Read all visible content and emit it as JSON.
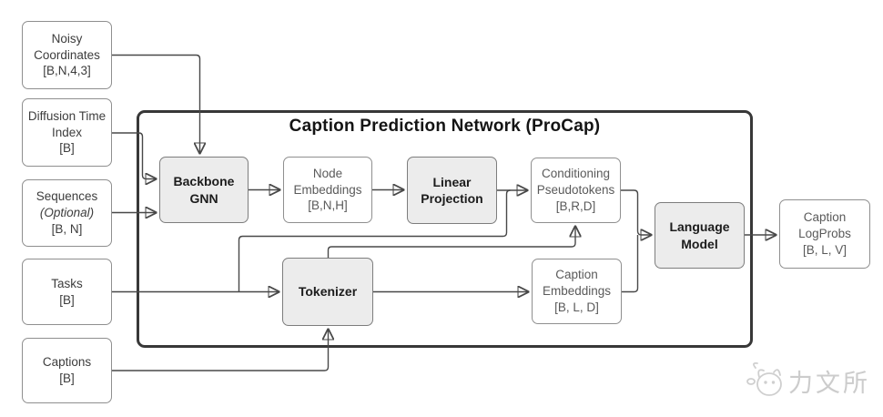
{
  "diagram": {
    "title": "Caption Prediction Network (ProCap)",
    "inputs": [
      {
        "label": "Noisy Coordinates",
        "shape": "[B,N,4,3]"
      },
      {
        "label": "Diffusion Time Index",
        "shape": "[B]"
      },
      {
        "label": "Sequences",
        "note": "(Optional)",
        "shape": "[B, N]"
      },
      {
        "label": "Tasks",
        "shape": "[B]"
      },
      {
        "label": "Captions",
        "shape": "[B]"
      }
    ],
    "modules": {
      "backbone_gnn": {
        "label": "Backbone GNN"
      },
      "node_embeddings": {
        "label": "Node Embeddings",
        "shape": "[B,N,H]"
      },
      "linear_projection": {
        "label": "Linear Projection"
      },
      "conditioning_pseudotokens": {
        "label": "Conditioning Pseudotokens",
        "shape": "[B,R,D]"
      },
      "tokenizer": {
        "label": "Tokenizer"
      },
      "caption_embeddings": {
        "label": "Caption Embeddings",
        "shape": "[B, L, D]"
      },
      "language_model": {
        "label": "Language Model"
      }
    },
    "output": {
      "label": "Caption LogProbs",
      "shape": "[B, L, V]"
    },
    "edges": [
      {
        "from": "noisy-coordinates",
        "to": "backbone-gnn"
      },
      {
        "from": "diffusion-time-index",
        "to": "backbone-gnn"
      },
      {
        "from": "sequences",
        "to": "backbone-gnn"
      },
      {
        "from": "backbone-gnn",
        "to": "node-embeddings"
      },
      {
        "from": "node-embeddings",
        "to": "linear-projection"
      },
      {
        "from": "linear-projection",
        "to": "conditioning-pseudotokens"
      },
      {
        "from": "tasks",
        "to": "conditioning-pseudotokens"
      },
      {
        "from": "tasks",
        "to": "tokenizer"
      },
      {
        "from": "captions",
        "to": "tokenizer"
      },
      {
        "from": "tokenizer",
        "to": "conditioning-pseudotokens"
      },
      {
        "from": "tokenizer",
        "to": "caption-embeddings"
      },
      {
        "from": "conditioning-pseudotokens",
        "to": "language-model"
      },
      {
        "from": "caption-embeddings",
        "to": "language-model"
      },
      {
        "from": "language-model",
        "to": "caption-logprobs"
      }
    ],
    "watermark": {
      "icon": "cat-face-icon",
      "text": "力文所"
    },
    "colors": {
      "module_fill": "#ececec",
      "box_border": "#8f8f8f",
      "container_border": "#383838",
      "connector": "#484848",
      "text_primary": "#1c1c1c",
      "text_muted": "#5a5a5a",
      "watermark": "#cccccc"
    }
  }
}
